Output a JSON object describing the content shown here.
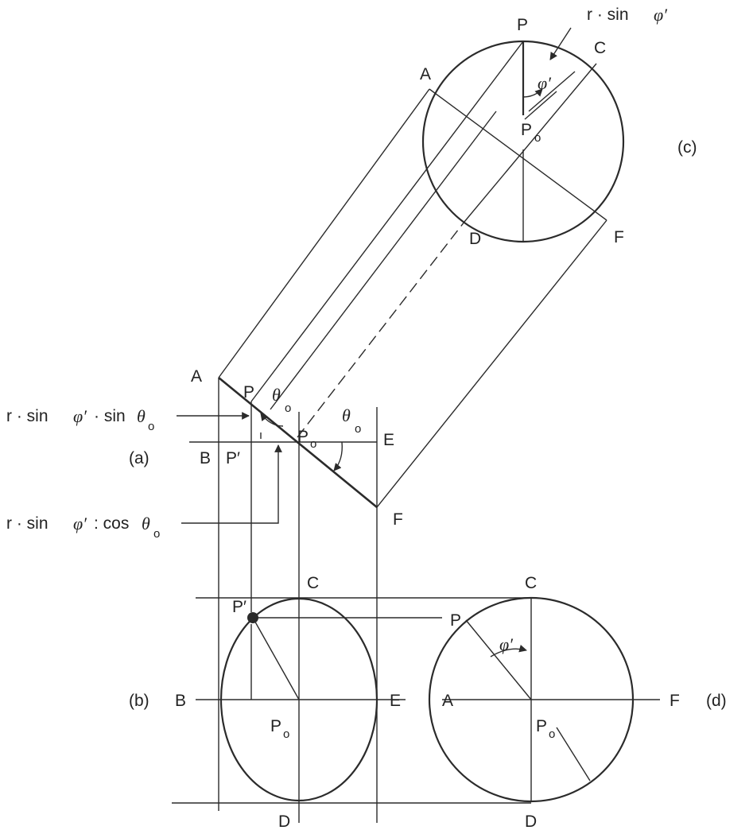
{
  "views": {
    "a": "(a)",
    "b": "(b)",
    "c": "(c)",
    "d": "(d)"
  },
  "points": {
    "A": "A",
    "B": "B",
    "C": "C",
    "D": "D",
    "E": "E",
    "F": "F",
    "P": "P",
    "P_prime": "P′",
    "P_o": "P",
    "o": "o"
  },
  "angles": {
    "phi_prime": "φ′",
    "theta": "θ",
    "o": "o"
  },
  "annotations": {
    "r_sin_phi": "r · sin",
    "r_sin_phi_sin_theta_a": "r · sin",
    "r_sin_phi_sin_theta_b": "· sin",
    "r_sin_phi_cos_theta_a": "r · sin",
    "r_sin_phi_cos_theta_b": ": cos"
  }
}
